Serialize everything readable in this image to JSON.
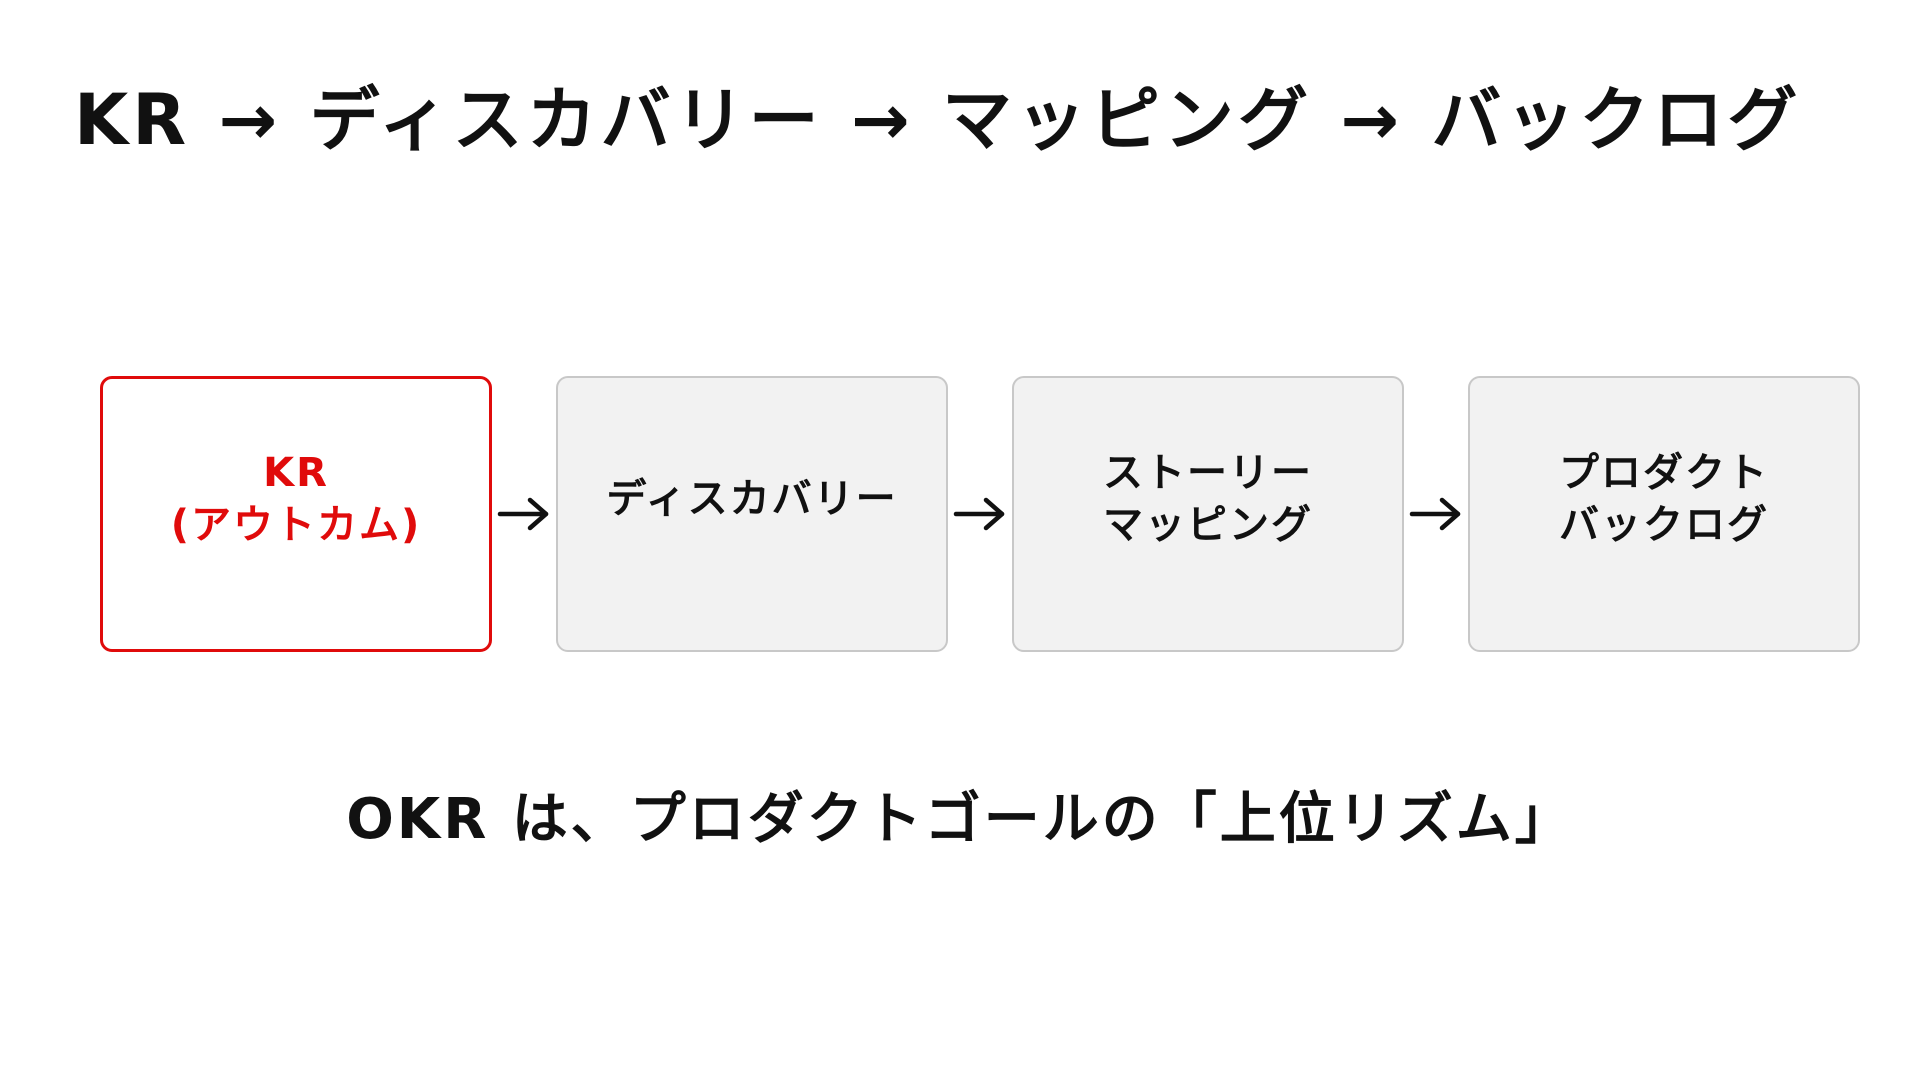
{
  "title": "KR → ディスカバリー → マッピング → バックログ",
  "colors": {
    "highlight": "#e00b0b",
    "box_fill": "#f2f2f2",
    "box_border": "#c8c8c8",
    "text": "#111111"
  },
  "flow": {
    "steps": [
      {
        "lines": [
          "KR",
          "(アウトカム)"
        ],
        "highlighted": true
      },
      {
        "lines": [
          "ディスカバリー"
        ],
        "highlighted": false
      },
      {
        "lines": [
          "ストーリー",
          "マッピング"
        ],
        "highlighted": false
      },
      {
        "lines": [
          "プロダクト",
          "バックログ"
        ],
        "highlighted": false
      }
    ],
    "connector_icon": "arrow-right-icon"
  },
  "subtitle": "OKR は、プロダクトゴールの「上位リズム」"
}
